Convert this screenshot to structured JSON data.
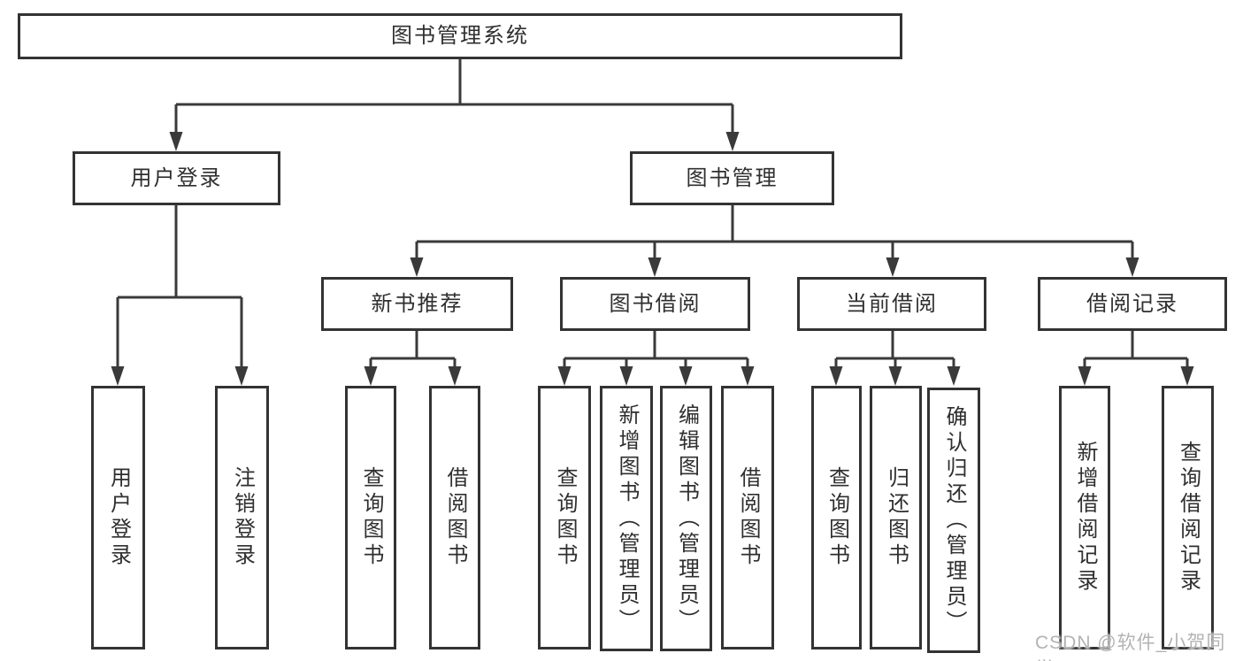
{
  "nodes": {
    "root": "图书管理系统",
    "user_login": "用户登录",
    "book_mgmt": "图书管理",
    "new_book_rec": "新书推荐",
    "book_borrow": "图书借阅",
    "current_borrow": "当前借阅",
    "borrow_records": "借阅记录",
    "leaf_user_login": "用户登录",
    "leaf_logout": "注销登录",
    "leaf_rec_query_book": "查询图书",
    "leaf_rec_borrow_book": "借阅图书",
    "leaf_bb_query_book": "查询图书",
    "leaf_bb_add_book": "新增图书（管理员）",
    "leaf_bb_edit_book": "编辑图书（管理员）",
    "leaf_bb_borrow_book": "借阅图书",
    "leaf_cb_query_book": "查询图书",
    "leaf_cb_return_book": "归还图书",
    "leaf_cb_confirm_return": "确认归还（管理员）",
    "leaf_br_add_record": "新增借阅记录",
    "leaf_br_query_record": "查询借阅记录"
  },
  "watermark": "CSDN @软件_小贺同学",
  "colors": {
    "line": "#3a3a3a",
    "box_border": "#333333",
    "text": "#2f2f2f",
    "watermark": "#b3b3b3",
    "background": "#ffffff"
  }
}
